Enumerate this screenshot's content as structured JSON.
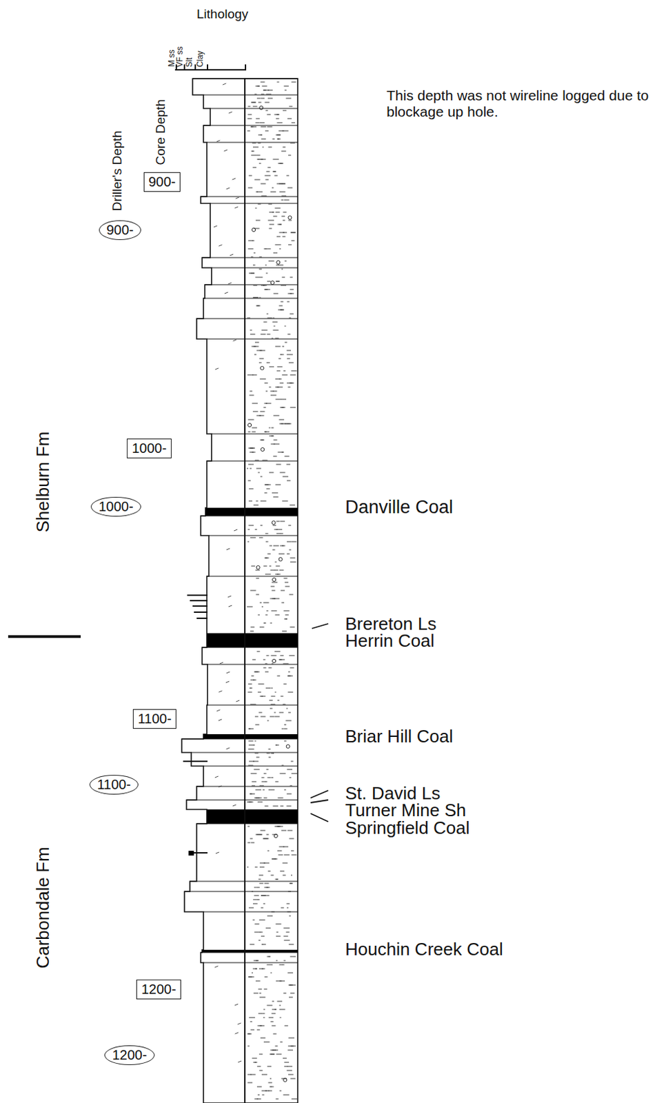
{
  "diagram": {
    "nodes": [
      {
        "text": [
          "900-"
        ]
      },
      {
        "text": [
          "900-"
        ]
      },
      {
        "text": [
          "1000-"
        ]
      },
      {
        "text": [
          "1000-"
        ]
      },
      {
        "text": [
          "1100-"
        ]
      },
      {
        "text": [
          "1100-"
        ]
      },
      {
        "text": [
          "1200-"
        ]
      },
      {
        "text": [
          "1200-"
        ]
      }
    ],
    "labels": [
      "Lithology",
      "M ss",
      "VF ss",
      "Slt",
      "Clay",
      "Driller's Depth",
      "Core Depth",
      "This depth was not wireline logged due to blockage up hole.",
      "Shelburn Fm",
      "Danville Coal",
      "Brereton Ls",
      "Herrin Coal",
      "Briar Hill Coal",
      "St. David Ls",
      "Turner Mine Sh",
      "Springfield Coal",
      "Carbondale Fm",
      "Houchin Creek Coal"
    ]
  }
}
